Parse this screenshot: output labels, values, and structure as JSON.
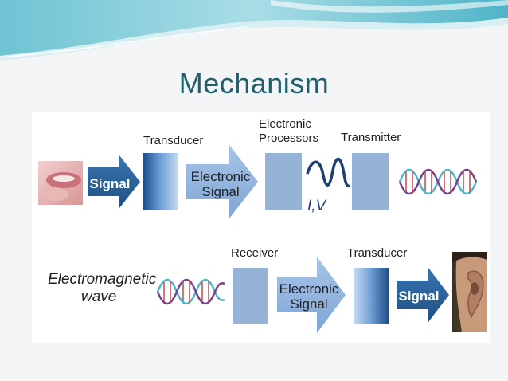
{
  "slide": {
    "title": "Mechanism"
  },
  "row1": {
    "signal_arrow": "Signal",
    "transducer_label": "Transducer",
    "electronic_signal_line1": "Electronic",
    "electronic_signal_line2": "Signal",
    "processors_line1": "Electronic",
    "processors_line2": "Processors",
    "iv_label": "I,V",
    "transmitter_label": "Transmitter"
  },
  "row2": {
    "em_wave_line1": "Electromagnetic",
    "em_wave_line2": "wave",
    "receiver_label": "Receiver",
    "electronic_signal_line1": "Electronic",
    "electronic_signal_line2": "Signal",
    "transducer_label": "Transducer",
    "signal_arrow": "Signal"
  },
  "colors": {
    "title": "#1f5f6e",
    "arrow_dark": "#2a5f96",
    "arrow_light": "#8eb4e3",
    "block": "#95b3d7",
    "wave_teal": "#49b7c9"
  }
}
